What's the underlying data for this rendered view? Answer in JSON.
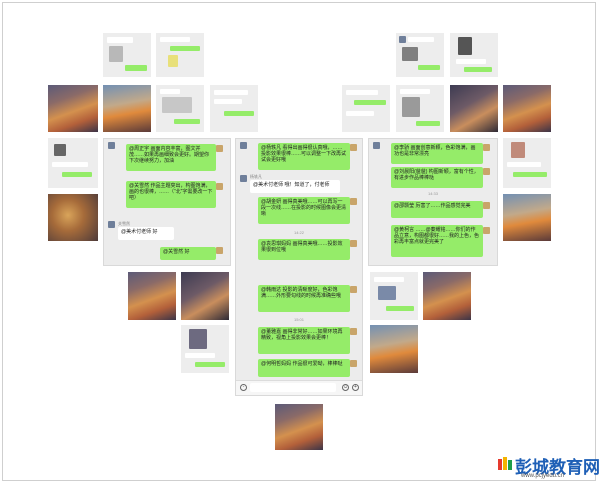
{
  "center_left": {
    "bubbles": [
      "@周正宇 画面内容丰富，图文并茂……如果再画细致会更好。期望你下次继续努力，加油",
      "@关雪然 作品主题突出，构图饱满，画的也很棒，……（“北”字需要改一下吧）",
      "@美术付老师 好",
      "@关雪然 好"
    ],
    "name": "关雪然"
  },
  "center_mid": {
    "bubbles": [
      "@杨轶凡 看得出画得很认真哦，……投影效果很棒……可以调整一下改再试试会更好哦",
      "@美术付老师 哦！知道了，付老师",
      "@胡金妍 画得真美哦……可以再写一段一次线……在投影的时候图像会更清晰",
      "@袁思琪妈妈 画得真美哦……投影效果很到位哦",
      "@韩雨达 投影的清晰度好，色彩饱满……外形要勾线的时候再准确些哦",
      "@董雅嘉 画得非常好……如果环境再精致，视角上投影效果会更棒！",
      "@何明哲妈妈 作品很可爱呦，棒棒哒"
    ],
    "name": "杨轶凡",
    "times": [
      "14:22",
      "15:01"
    ]
  },
  "center_right": {
    "bubbles": [
      "@李骄 画面创意新颖，色彩饱满，画功也是非常漂亮",
      "@刘晨阳(爸爸) 构图新颖，富有个性，有进步作品棒棒哒",
      "@邵颢莹 厉害了……作品感觉完美",
      "@黄柯言 ……@秦耀铭……你们的作品立意，构图都很好……我的上色，色彩再丰富点就更完美了"
    ],
    "time": "14:33"
  },
  "logo": {
    "name": "彭城教育网",
    "url": "www.pcjyedu.cn"
  }
}
